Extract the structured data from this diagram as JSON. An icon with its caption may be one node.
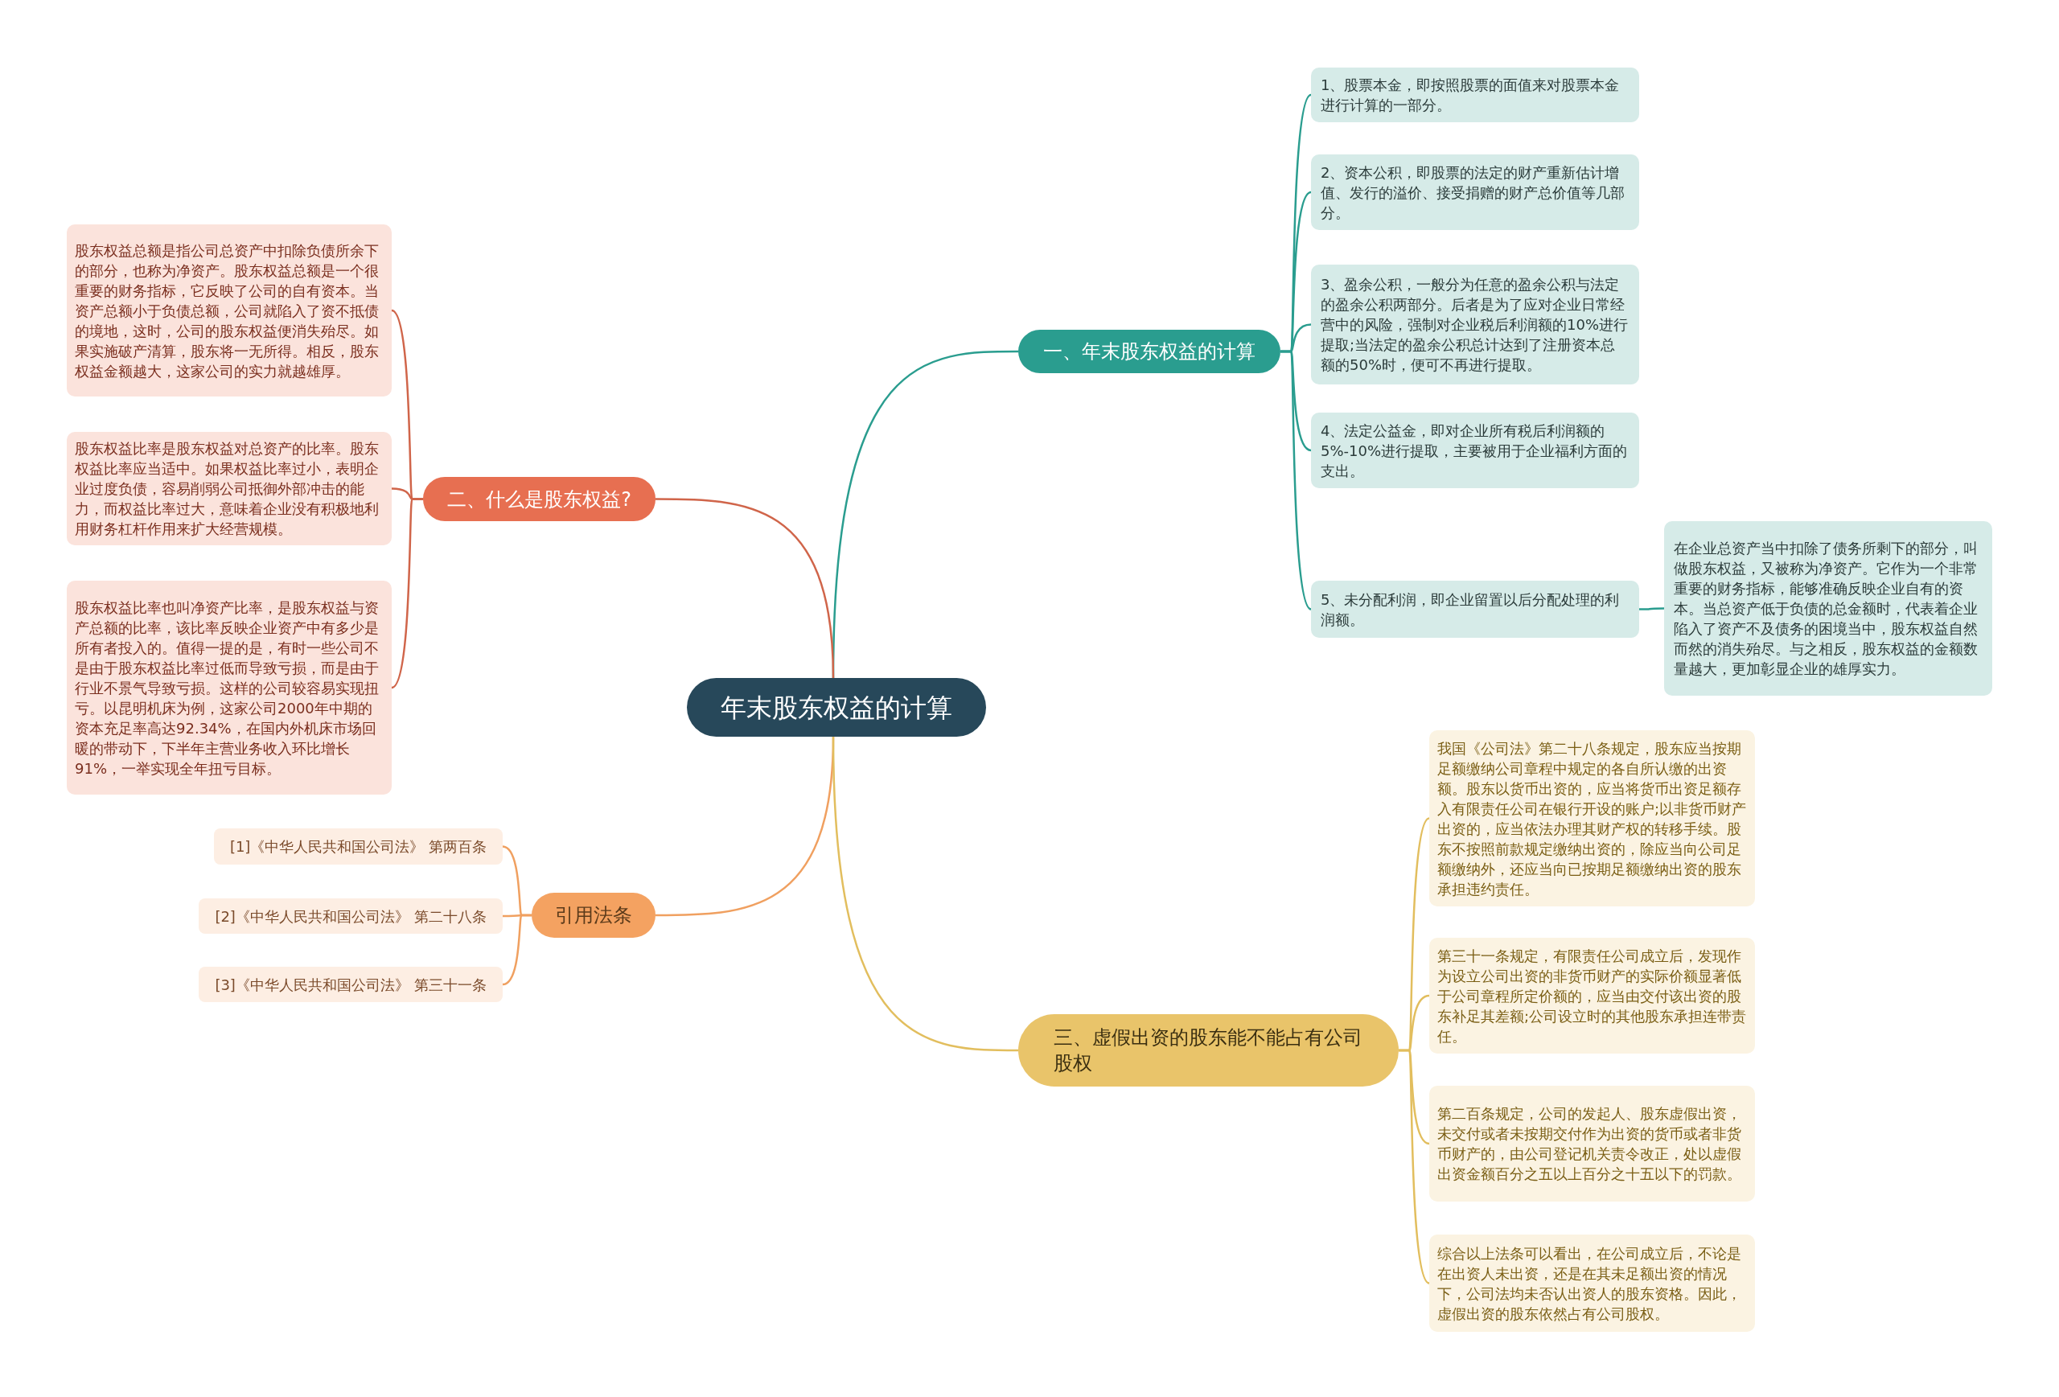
{
  "diagram": {
    "nodes": [
      {
        "text": [
          "年末股东权益的计算"
        ]
      },
      {
        "text": [
          "一、年末股东权益的计算"
        ]
      },
      {
        "text": [
          "1、股票本金，即按照股票的面值来对股票本金进行计算的一部分。"
        ]
      },
      {
        "text": [
          "2、资本公积，即股票的法定的财产重新估计增值、发行的溢价、接受捐赠的财产总价值等几部分。"
        ]
      },
      {
        "text": [
          "3、盈余公积，一般分为任意的盈余公积与法定的盈余公积两部分。后者是为了应对企业日常经营中的风险，强制对企业税后利润额的10%进行提取;当法定的盈余公积总计达到了注册资本总额的50%时，便可不再进行提取。"
        ]
      },
      {
        "text": [
          "4、法定公益金，即对企业所有税后利润额的5%-10%进行提取，主要被用于企业福利方面的支出。"
        ]
      },
      {
        "text": [
          "5、未分配利润，即企业留置以后分配处理的利润额。"
        ]
      },
      {
        "text": [
          "在企业总资产当中扣除了债务所剩下的部分，叫做股东权益，又被称为净资产。它作为一个非常重要的财务指标，能够准确反映企业自有的资本。当总资产低于负债的总金额时，代表着企业陷入了资产不及债务的困境当中，股东权益自然而然的消失殆尽。与之相反，股东权益的金额数量越大，更加彰显企业的雄厚实力。"
        ]
      },
      {
        "text": [
          "二、什么是股东权益?"
        ]
      },
      {
        "text": [
          "股东权益总额是指公司总资产中扣除负债所余下的部分，也称为净资产。股东权益总额是一个很重要的财务指标，它反映了公司的自有资本。当资产总额小于负债总额，公司就陷入了资不抵债的境地，这时，公司的股东权益便消失殆尽。如果实施破产清算，股东将一无所得。相反，股东权益金额越大，这家公司的实力就越雄厚。"
        ]
      },
      {
        "text": [
          "股东权益比率是股东权益对总资产的比率。股东权益比率应当适中。如果权益比率过小，表明企业过度负债，容易削弱公司抵御外部冲击的能力，而权益比率过大，意味着企业没有积极地利用财务杠杆作用来扩大经营规模。"
        ]
      },
      {
        "text": [
          "股东权益比率也叫净资产比率，是股东权益与资产总额的比率，该比率反映企业资产中有多少是所有者投入的。值得一提的是，有时一些公司不是由于股东权益比率过低而导致亏损，而是由于行业不景气导致亏损。这样的公司较容易实现扭亏。以昆明机床为例，这家公司2000年中期的资本充足率高达92.34%，在国内外机床市场回暖的带动下，下半年主营业务收入环比增长91%，一举实现全年扭亏目标。"
        ]
      },
      {
        "text": [
          "引用法条"
        ]
      },
      {
        "text": [
          "[1]《中华人民共和国公司法》 第两百条"
        ]
      },
      {
        "text": [
          "[2]《中华人民共和国公司法》 第二十八条"
        ]
      },
      {
        "text": [
          "[3]《中华人民共和国公司法》 第三十一条"
        ]
      },
      {
        "text": [
          "三、虚假出资的股东能不能占有公司股权"
        ]
      },
      {
        "text": [
          "我国《公司法》第二十八条规定，股东应当按期足额缴纳公司章程中规定的各自所认缴的出资额。股东以货币出资的，应当将货币出资足额存入有限责任公司在银行开设的账户;以非货币财产出资的，应当依法办理其财产权的转移手续。股东不按照前款规定缴纳出资的，除应当向公司足额缴纳外，还应当向已按期足额缴纳出资的股东承担违约责任。"
        ]
      },
      {
        "text": [
          "第三十一条规定，有限责任公司成立后，发现作为设立公司出资的非货币财产的实际价额显著低于公司章程所定价额的，应当由交付该出资的股东补足其差额;公司设立时的其他股东承担连带责任。"
        ]
      },
      {
        "text": [
          "第二百条规定，公司的发起人、股东虚假出资，未交付或者未按期交付作为出资的货币或者非货币财产的，由公司登记机关责令改正，处以虚假出资金额百分之五以上百分之十五以下的罚款。"
        ]
      },
      {
        "text": [
          "综合以上法条可以看出，在公司成立后，不论是在出资人未出资，还是在其未足额出资的情况下，公司法均未否认出资人的股东资格。因此，虚假出资的股东依然占有公司股权。"
        ]
      }
    ],
    "edges": [
      {
        "from": 0,
        "to": 1,
        "arrow": "none",
        "color": "#2a9d8f"
      },
      {
        "from": 1,
        "to": 2,
        "arrow": "none",
        "color": "#2a9d8f"
      },
      {
        "from": 1,
        "to": 3,
        "arrow": "none",
        "color": "#2a9d8f"
      },
      {
        "from": 1,
        "to": 4,
        "arrow": "none",
        "color": "#2a9d8f"
      },
      {
        "from": 1,
        "to": 5,
        "arrow": "none",
        "color": "#2a9d8f"
      },
      {
        "from": 1,
        "to": 6,
        "arrow": "none",
        "color": "#2a9d8f"
      },
      {
        "from": 6,
        "to": 7,
        "arrow": "none",
        "color": "#2a9d8f"
      },
      {
        "from": 0,
        "to": 8,
        "arrow": "none",
        "color": "#d0654a"
      },
      {
        "from": 8,
        "to": 9,
        "arrow": "none",
        "color": "#d0654a"
      },
      {
        "from": 8,
        "to": 10,
        "arrow": "none",
        "color": "#d0654a"
      },
      {
        "from": 8,
        "to": 11,
        "arrow": "none",
        "color": "#d0654a"
      },
      {
        "from": 0,
        "to": 12,
        "arrow": "none",
        "color": "#f0a060"
      },
      {
        "from": 12,
        "to": 13,
        "arrow": "none",
        "color": "#f0a060"
      },
      {
        "from": 12,
        "to": 14,
        "arrow": "none",
        "color": "#f0a060"
      },
      {
        "from": 12,
        "to": 15,
        "arrow": "none",
        "color": "#f0a060"
      },
      {
        "from": 0,
        "to": 16,
        "arrow": "none",
        "color": "#e2be5e"
      },
      {
        "from": 16,
        "to": 17,
        "arrow": "none",
        "color": "#e2be5e"
      },
      {
        "from": 16,
        "to": 18,
        "arrow": "none",
        "color": "#e2be5e"
      },
      {
        "from": 16,
        "to": 19,
        "arrow": "none",
        "color": "#e2be5e"
      },
      {
        "from": 16,
        "to": 20,
        "arrow": "none",
        "color": "#e2be5e"
      }
    ]
  }
}
